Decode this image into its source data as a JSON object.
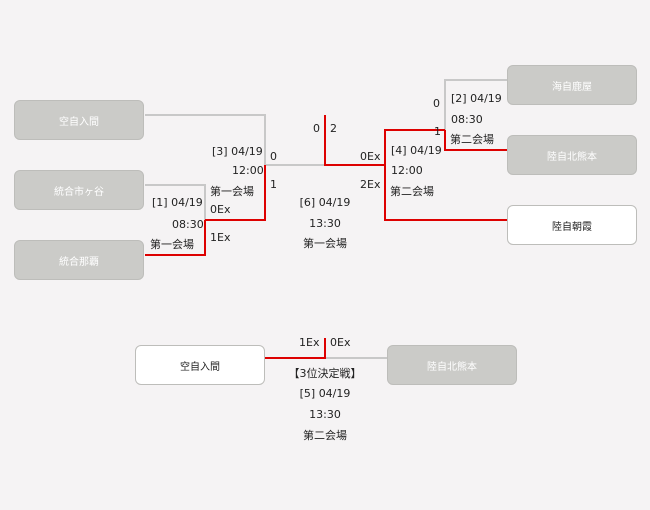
{
  "teams": {
    "t1": "空自入間",
    "t2": "統合市ヶ谷",
    "t3": "統合那覇",
    "t4": "海自鹿屋",
    "t5": "陸自北熊本",
    "t6": "陸自朝霞",
    "third_left": "空自入間",
    "third_right": "陸自北熊本"
  },
  "matches": {
    "m1": {
      "label": "[1] 04/19",
      "time": "08:30",
      "venue": "第一会場",
      "score_top": "0Ex",
      "score_bottom": "1Ex"
    },
    "m2": {
      "label": "[2] 04/19",
      "time": "08:30",
      "venue": "第二会場",
      "score_top": "0",
      "score_bottom": "1"
    },
    "m3": {
      "label": "[3] 04/19",
      "time": "12:00",
      "venue": "第一会場",
      "score_top": "0",
      "score_bottom": "1"
    },
    "m4": {
      "label": "[4] 04/19",
      "time": "12:00",
      "venue": "第二会場",
      "score_top": "0Ex",
      "score_bottom": "2Ex"
    },
    "m6": {
      "label": "[6] 04/19",
      "time": "13:30",
      "venue": "第一会場",
      "score_left": "0",
      "score_right": "2"
    },
    "m5": {
      "title": "【3位決定戦】",
      "label": "[5] 04/19",
      "time": "13:30",
      "venue": "第二会場",
      "score_left": "1Ex",
      "score_right": "0Ex"
    }
  },
  "colors": {
    "winner_line": "#dd0000",
    "loser_line": "#c8c8c8"
  }
}
